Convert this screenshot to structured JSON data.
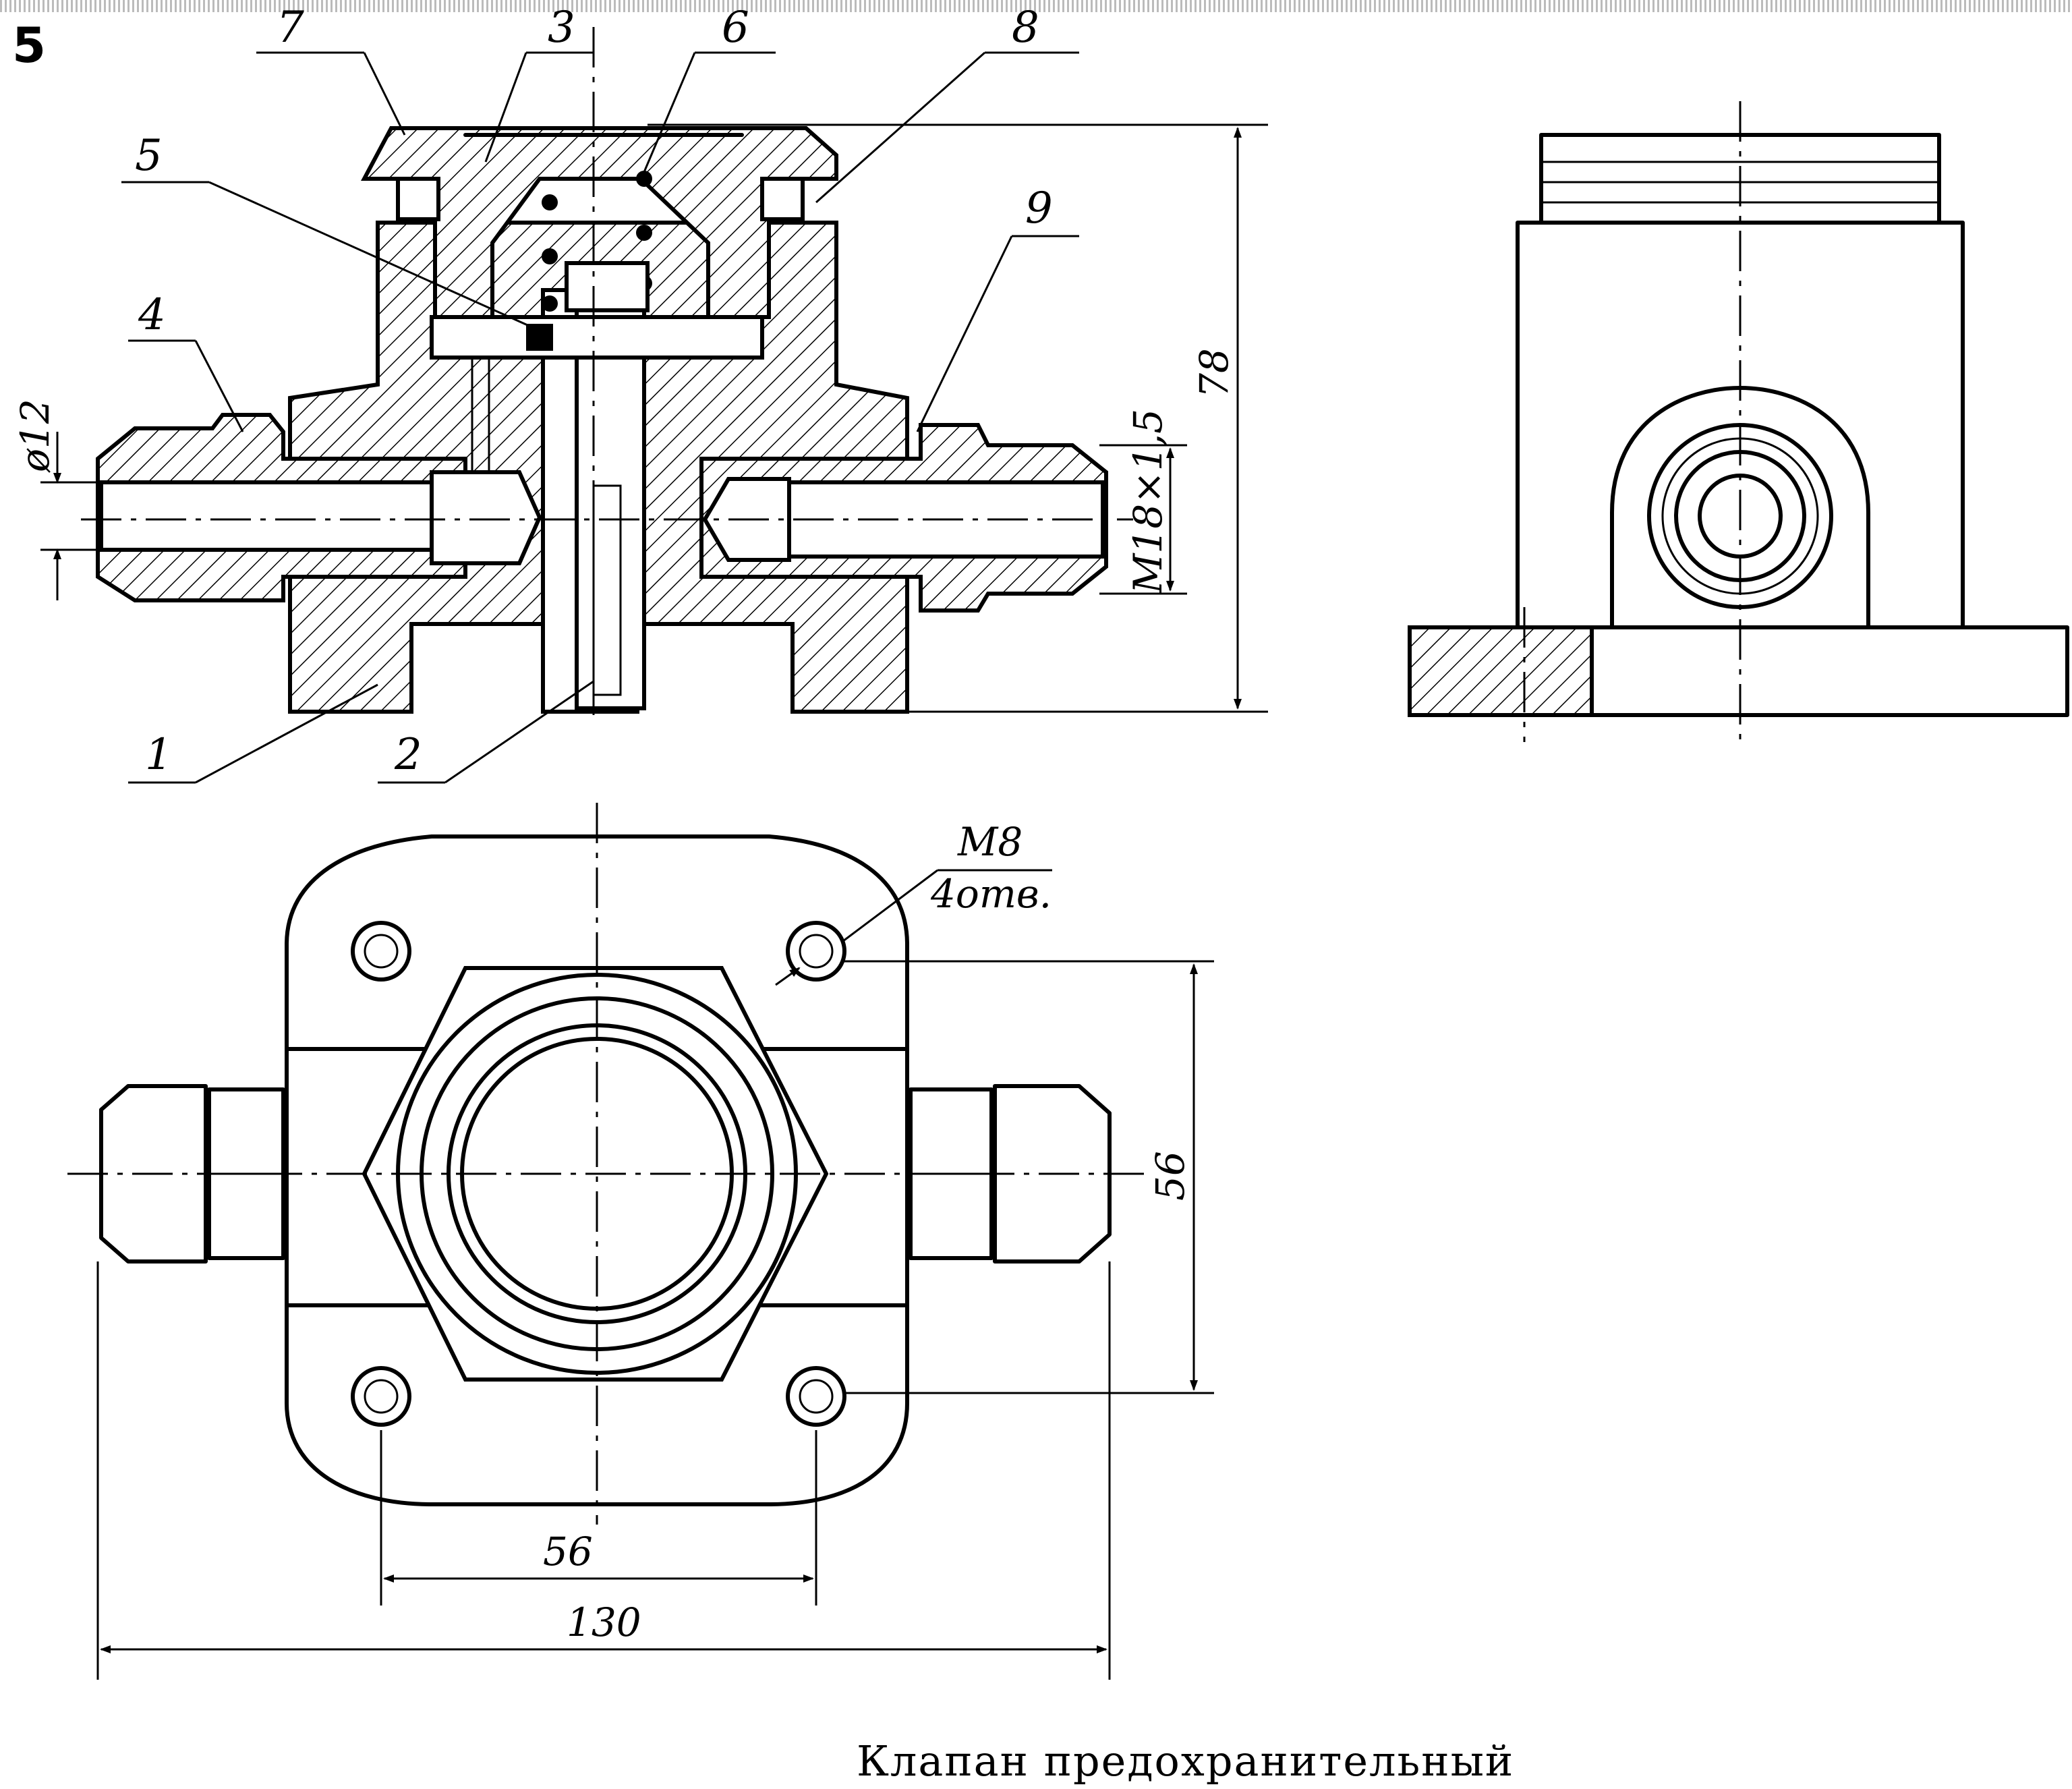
{
  "figure_number": "5",
  "caption": "Клапан предохранительный",
  "part_labels": [
    "1",
    "2",
    "3",
    "4",
    "5",
    "6",
    "7",
    "8",
    "9"
  ],
  "dimensions": {
    "pipe_diameter": "ø12",
    "thread": "M18×1,5",
    "height": "78",
    "hole_thread": "M8",
    "hole_count": "4отв.",
    "hole_spacing_vertical": "56",
    "hole_spacing_horizontal": "56",
    "overall_length": "130"
  },
  "views": [
    "front-section",
    "side-view",
    "top-view"
  ]
}
